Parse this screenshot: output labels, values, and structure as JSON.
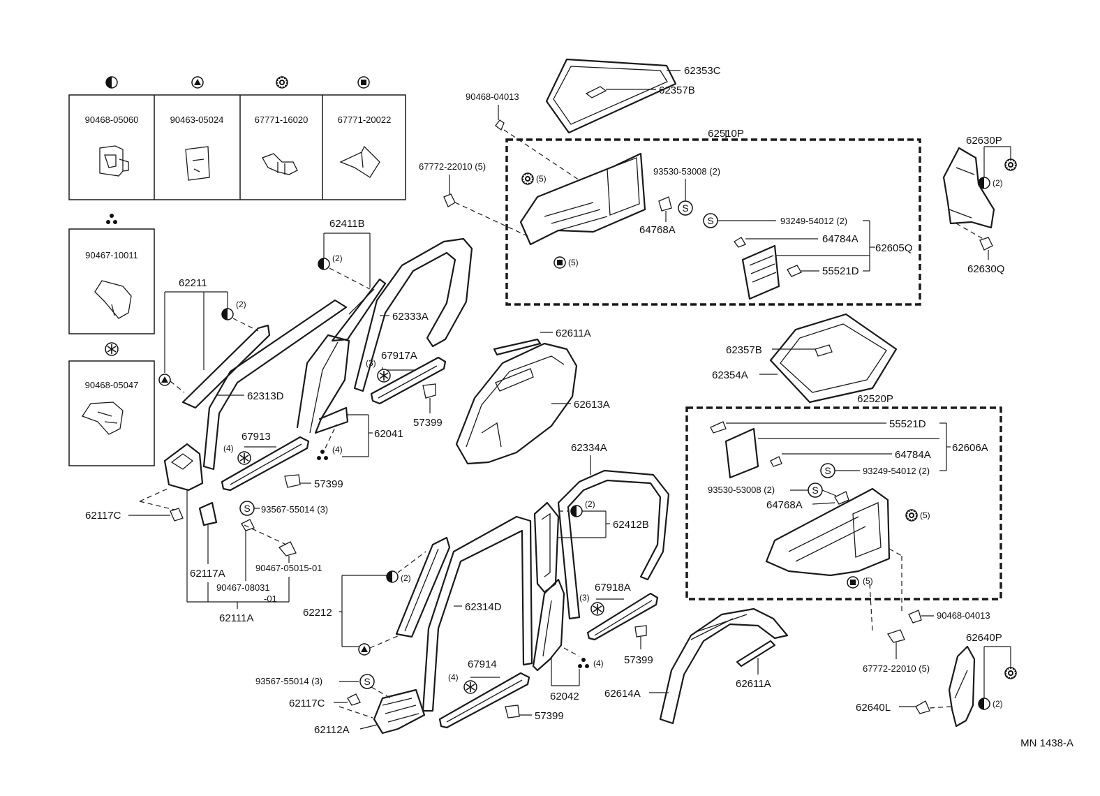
{
  "legend": {
    "row1": [
      {
        "symbol": "half-circle",
        "part": "90468-05060"
      },
      {
        "symbol": "triangle-circle",
        "part": "90463-05024"
      },
      {
        "symbol": "gear-circle",
        "part": "67771-16020"
      },
      {
        "symbol": "square-circle",
        "part": "67771-20022"
      }
    ],
    "box2": {
      "symbol": "three-dots",
      "part": "90467-10011"
    },
    "box3": {
      "symbol": "asterisk-circle",
      "part": "90468-05047"
    }
  },
  "labels": {
    "p62353C": "62353C",
    "p62357B_top": "62357B",
    "p90468_04013_top": "90468-04013",
    "p62510P": "62510P",
    "p67772_top": "67772-22010 (5)",
    "p93530_top": "93530-53008 (2)",
    "p64768A_top": "64768A",
    "p93249_top": "93249-54012 (2)",
    "p64784A_top": "64784A",
    "p62605Q": "62605Q",
    "p55521D_top": "55521D",
    "p62630P": "62630P",
    "p62630Q": "62630Q",
    "p62411B": "62411B",
    "p62211": "62211",
    "p62333A": "62333A",
    "p62313D": "62313D",
    "p67917A": "67917A",
    "p62611A_top": "62611A",
    "p62613A": "62613A",
    "p57399_a": "57399",
    "p62041": "62041",
    "p67913": "67913",
    "p57399_b": "57399",
    "p62117C_left": "62117C",
    "p93567_left": "93567-55014 (3)",
    "p90467_05015": "90467-05015-01",
    "p62117A": "62117A",
    "p90467_08031": "90467-08031",
    "p90467_08031_suffix": "-01",
    "p62111A": "62111A",
    "p62357B_mid": "62357B",
    "p62354A": "62354A",
    "p62520P": "62520P",
    "p55521D_bot": "55521D",
    "p62606A": "62606A",
    "p64784A_bot": "64784A",
    "p93249_bot": "93249-54012 (2)",
    "p93530_bot": "93530-53008 (2)",
    "p64768A_bot": "64768A",
    "p62334A": "62334A",
    "p62412B": "62412B",
    "p67918A": "67918A",
    "p62212": "62212",
    "p62314D": "62314D",
    "p57399_c": "57399",
    "p62042": "62042",
    "p67914": "67914",
    "p57399_d": "57399",
    "p93567_bot": "93567-55014 (3)",
    "p62117C_bot": "62117C",
    "p62112A": "62112A",
    "p62614A": "62614A",
    "p62611A_bot": "62611A",
    "p90468_04013_bot": "90468-04013",
    "p67772_bot": "67772-22010 (5)",
    "p62640P": "62640P",
    "p62640L": "62640L",
    "code": "MN  1438-A"
  },
  "counts": {
    "c5": "(5)",
    "c2": "(2)",
    "c3": "(3)",
    "c4": "(4)"
  }
}
